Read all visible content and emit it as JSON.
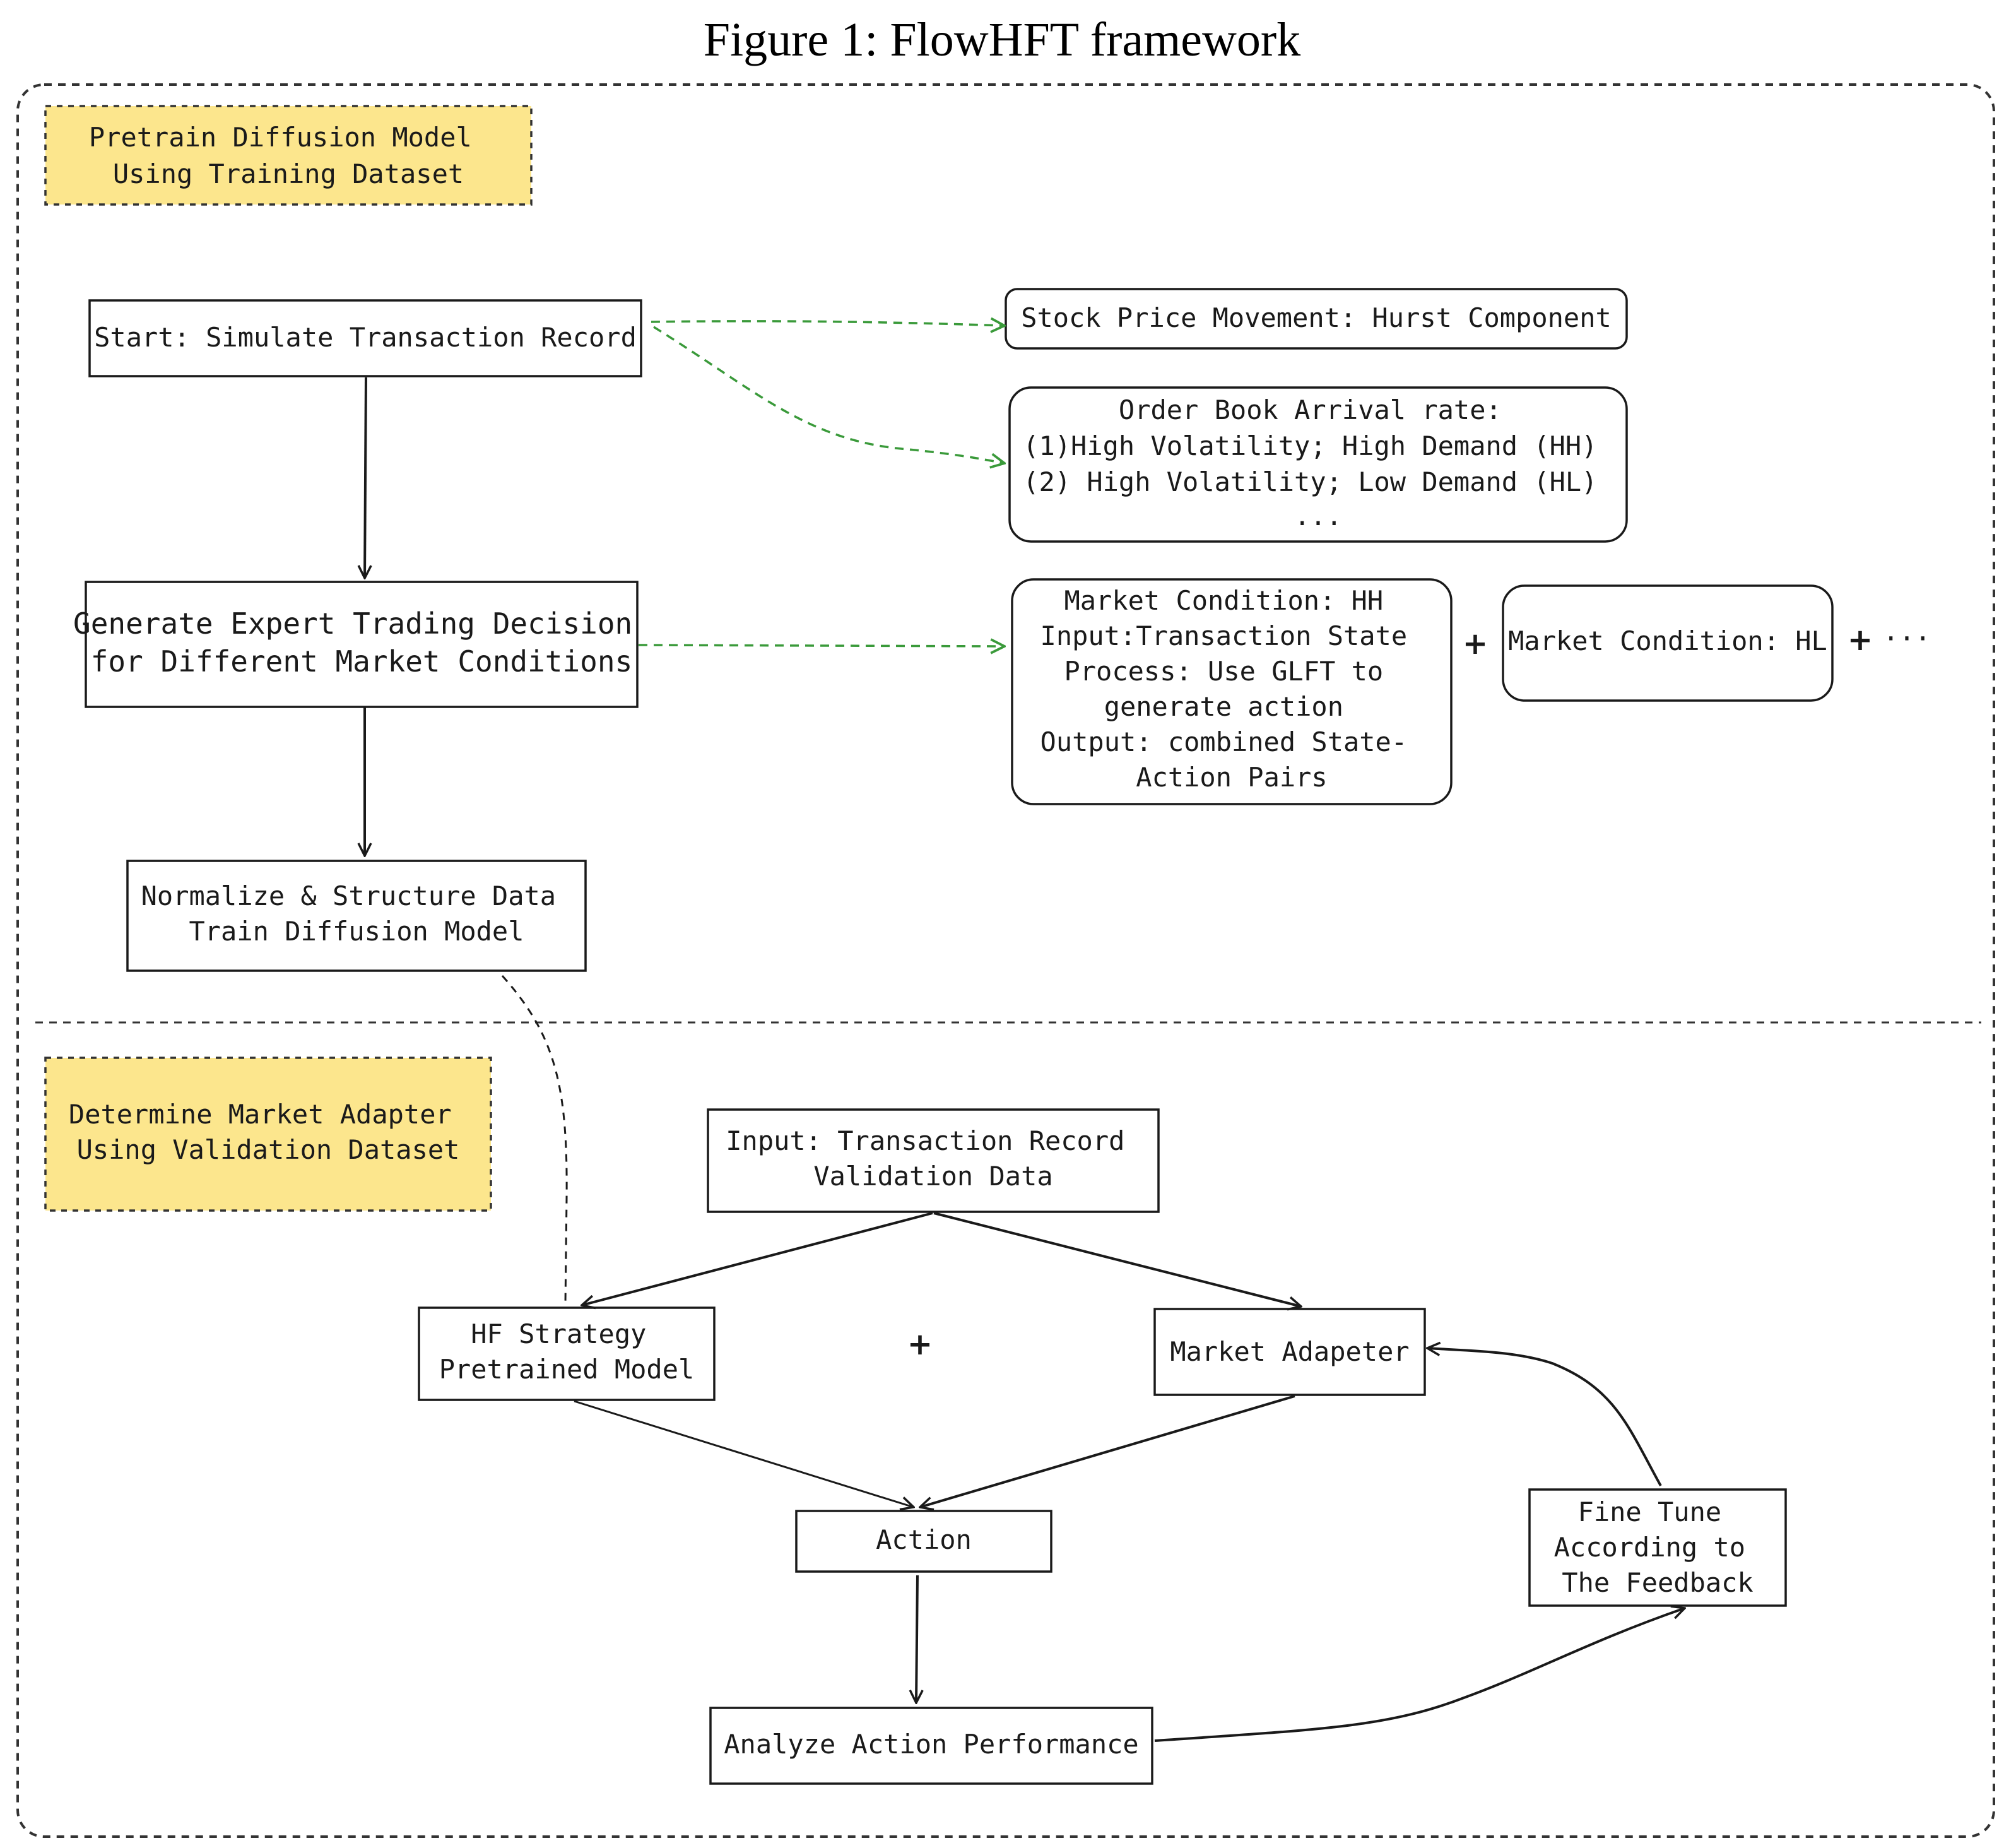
{
  "figure": {
    "title": "Figure 1: FlowHFT framework"
  },
  "pretrain_section": {
    "label_lines": [
      "Pretrain Diffusion Model",
      "Using Training Dataset"
    ],
    "start_box": [
      "Start: Simulate Transaction Record"
    ],
    "generate_box": [
      "Generate Expert Trading Decision",
      "for Different Market Conditions"
    ],
    "normalize_box": [
      "Normalize & Structure Data",
      "Train Diffusion Model"
    ],
    "stock_price_box": [
      "Stock Price Movement: Hurst Component"
    ],
    "order_book_box": [
      "Order Book Arrival rate:",
      "(1)High Volatility; High Demand (HH)",
      "(2) High Volatility; Low Demand (HL)",
      "..."
    ],
    "market_hh_box": [
      "Market Condition: HH",
      "Input:Transaction State",
      "Process: Use GLFT to",
      "generate action",
      "Output: combined State-",
      "Action Pairs"
    ],
    "market_hl_box": [
      "Market Condition: HL"
    ],
    "plus_symbol": "+",
    "ellipsis": "···"
  },
  "adapter_section": {
    "label_lines": [
      "Determine Market Adapter",
      "Using Validation Dataset"
    ],
    "input_box": [
      "Input: Transaction Record",
      "Validation Data"
    ],
    "hf_box": [
      "HF Strategy",
      "Pretrained Model"
    ],
    "plus_symbol": "+",
    "market_adapter_box": [
      "Market Adapeter"
    ],
    "action_box": [
      "Action"
    ],
    "fine_tune_box": [
      "Fine Tune",
      "According to",
      "The Feedback"
    ],
    "analyze_box": [
      "Analyze Action Performance"
    ]
  },
  "colors": {
    "label_fill": "#fce68d",
    "green_arrow": "#3a9a3a",
    "stroke": "#1a1a1a"
  }
}
